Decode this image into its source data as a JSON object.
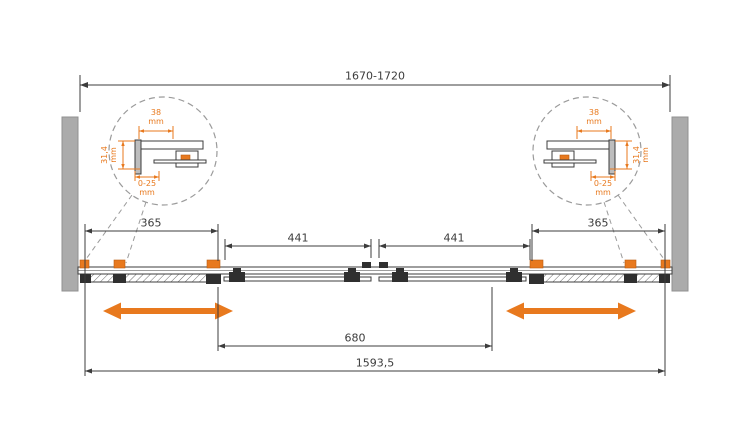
{
  "colors": {
    "accent": "#e8791e",
    "line": "#3c3c3c",
    "wall": "#ababab",
    "detail_circle": "#9b9b9b",
    "background": "#ffffff"
  },
  "dimensions": {
    "overall_width": "1670-1720",
    "left_fixed_panel": "365",
    "left_door": "441",
    "right_door": "441",
    "right_fixed_panel": "365",
    "door_overlap_span": "680",
    "glass_total_width": "1593,5"
  },
  "detail_left": {
    "profile_width": "38\nmm",
    "profile_depth": "31,4\nmm",
    "adjustment_range": "0-25\nmm"
  },
  "detail_right": {
    "profile_width": "38\nmm",
    "profile_depth": "31,4\nmm",
    "adjustment_range": "0-25\nmm"
  }
}
